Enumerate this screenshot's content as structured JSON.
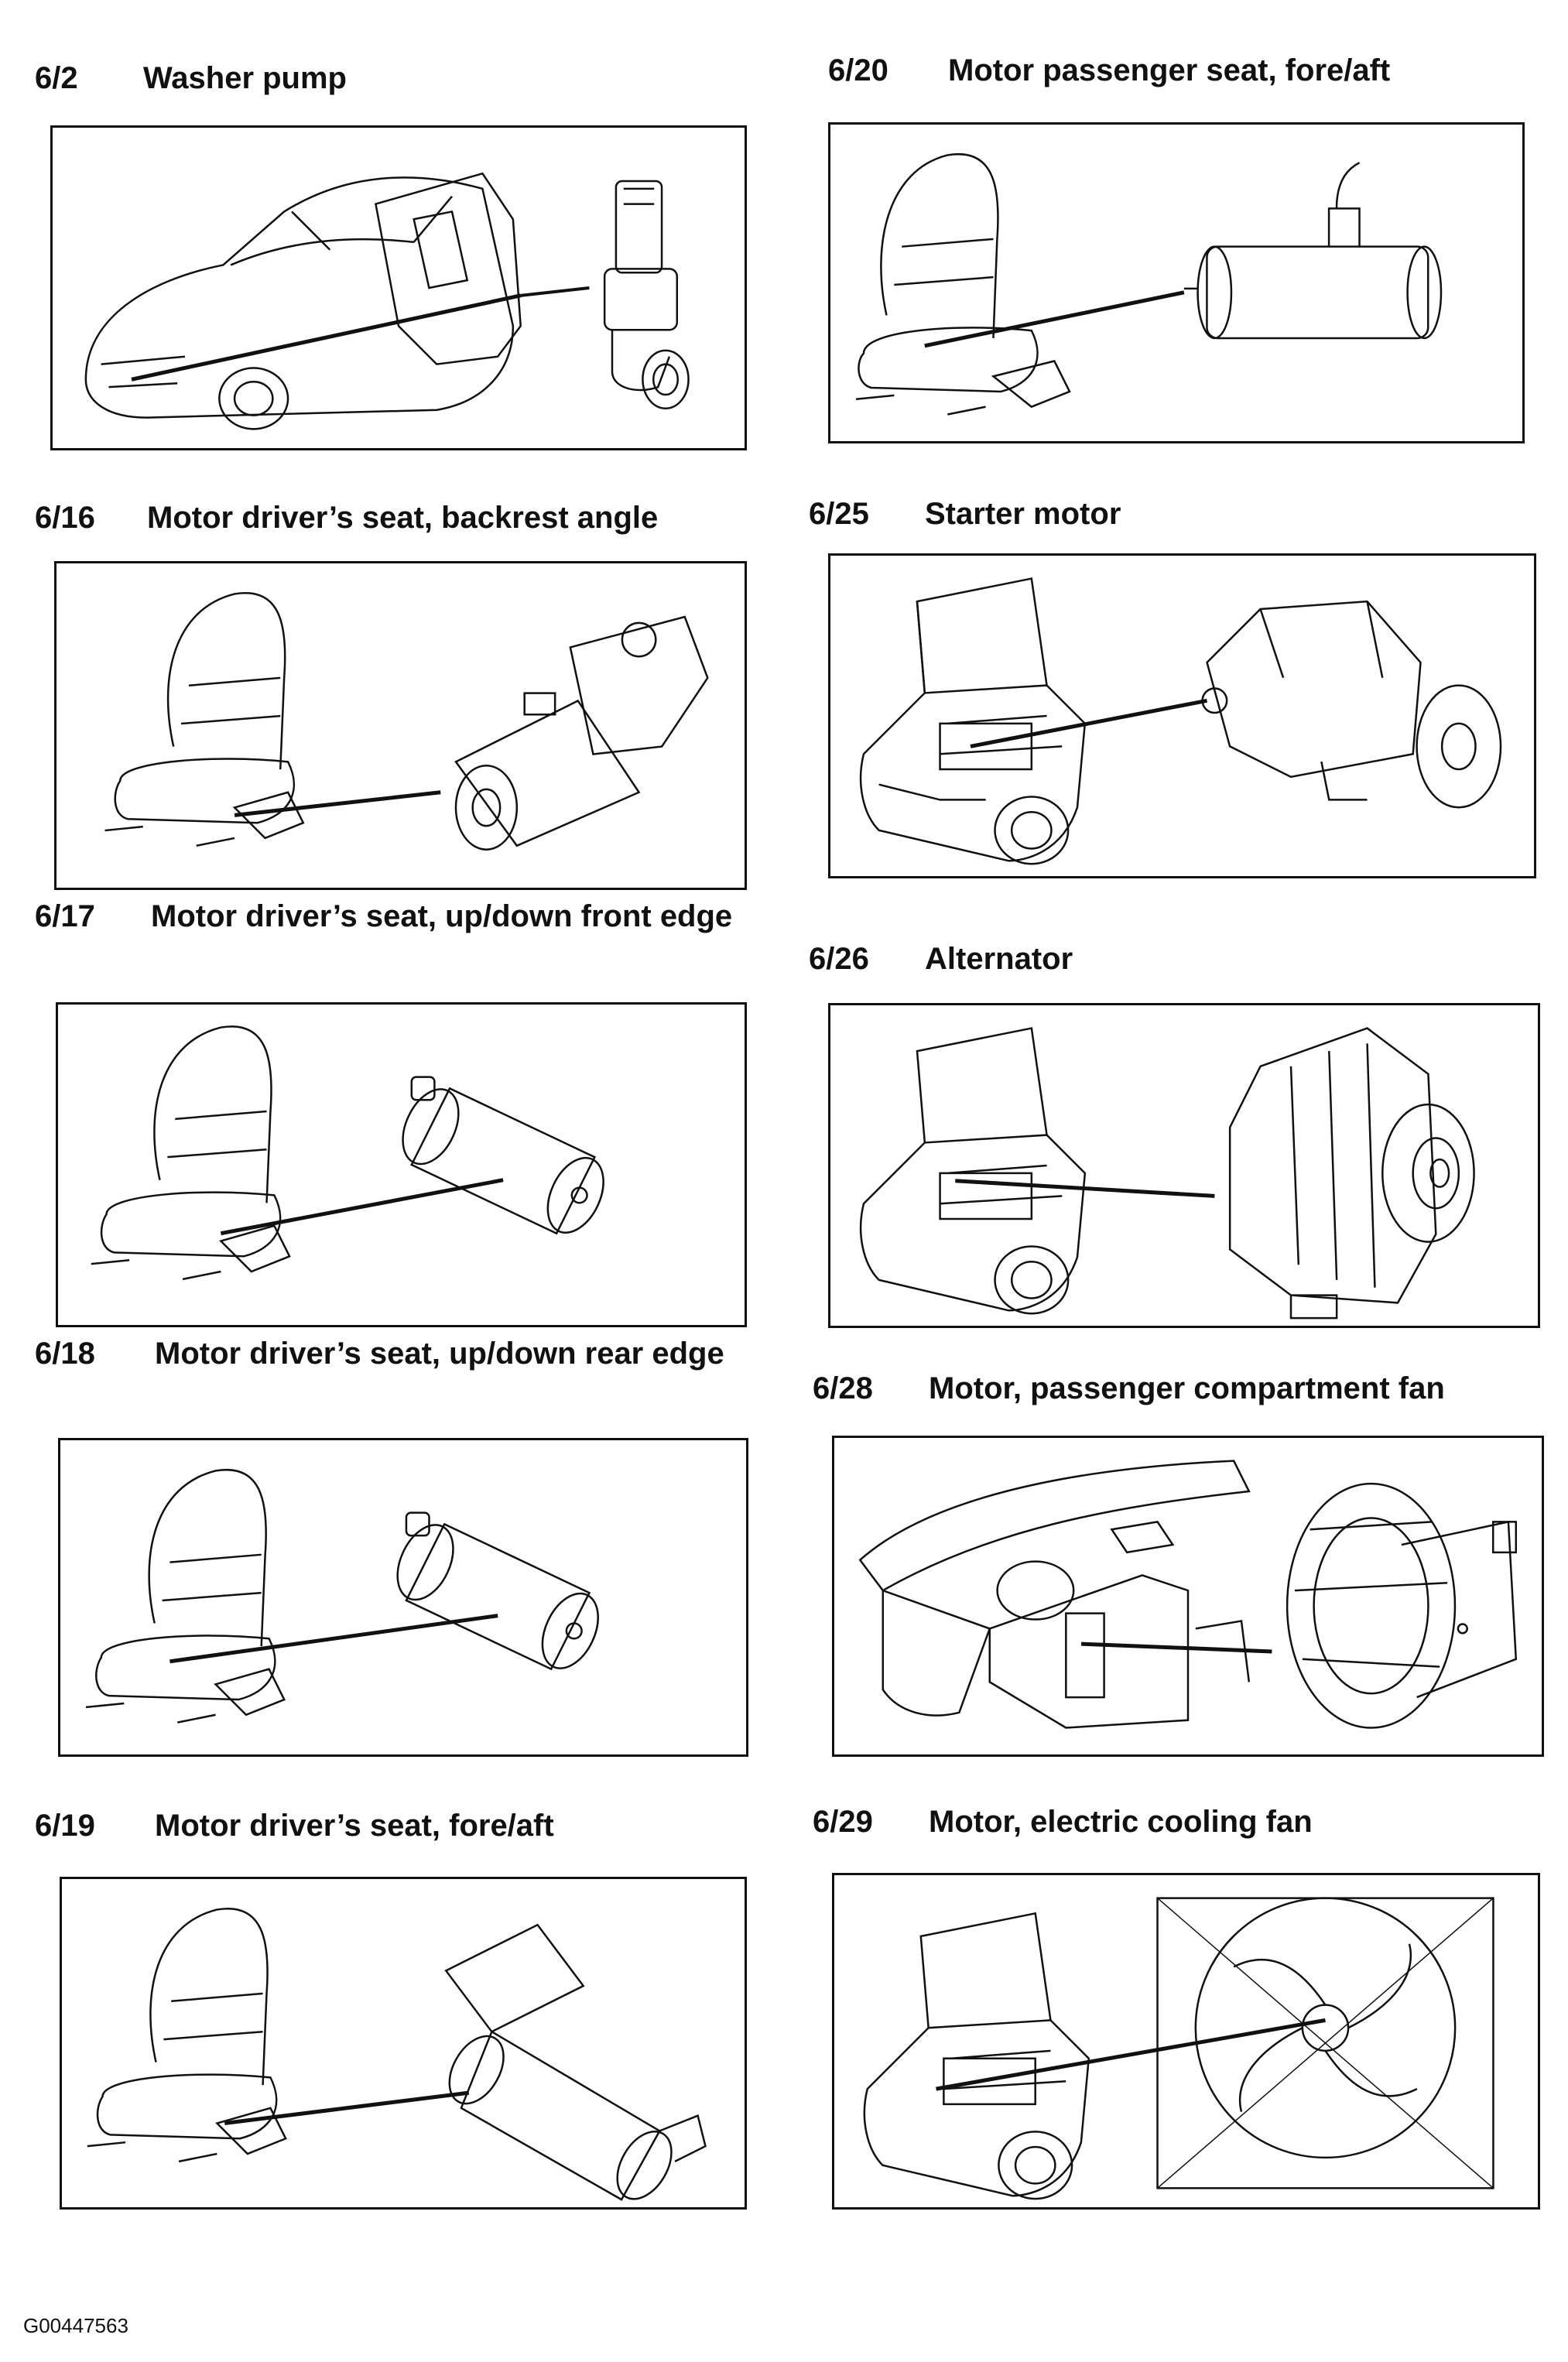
{
  "diagrams": [
    {
      "code": "6/2",
      "title": "Washer pump",
      "illustration": "car-icon",
      "component": "washer-pump-icon"
    },
    {
      "code": "6/20",
      "title": "Motor passenger seat, fore/aft",
      "illustration": "seat-icon",
      "component": "seat-motor-icon"
    },
    {
      "code": "6/16",
      "title": "Motor driver’s seat, backrest angle",
      "illustration": "seat-icon",
      "component": "gear-motor-icon"
    },
    {
      "code": "6/25",
      "title": "Starter motor",
      "illustration": "engine-bay-icon",
      "component": "starter-motor-icon"
    },
    {
      "code": "6/17",
      "title": "Motor driver’s seat, up/down front edge",
      "illustration": "seat-icon",
      "component": "cylinder-motor-icon"
    },
    {
      "code": "6/26",
      "title": "Alternator",
      "illustration": "engine-bay-icon",
      "component": "alternator-icon"
    },
    {
      "code": "6/18",
      "title": "Motor driver’s seat, up/down rear edge",
      "illustration": "seat-icon",
      "component": "cylinder-motor-icon"
    },
    {
      "code": "6/28",
      "title": "Motor, passenger compartment fan",
      "illustration": "dashboard-interior-icon",
      "component": "blower-fan-icon"
    },
    {
      "code": "6/19",
      "title": "Motor driver’s seat, fore/aft",
      "illustration": "seat-icon",
      "component": "seat-motor-icon"
    },
    {
      "code": "6/29",
      "title": "Motor, electric cooling fan",
      "illustration": "engine-bay-icon",
      "component": "cooling-fan-icon"
    }
  ],
  "footer": {
    "reference": "G00447563"
  },
  "colors": {
    "ink": "#111111",
    "paper": "#ffffff"
  }
}
